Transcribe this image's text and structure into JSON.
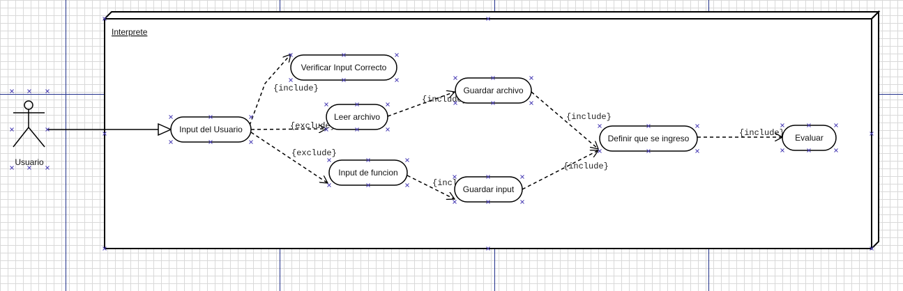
{
  "system": {
    "title": "Interprete"
  },
  "actor": {
    "name": "Usuario"
  },
  "use_cases": {
    "input_usuario": "Input del Usuario",
    "verificar": "Verificar Input Correcto",
    "leer": "Leer archivo",
    "input_funcion": "Input de funcion",
    "guardar_archivo": "Guardar archivo",
    "guardar_input": "Guardar input",
    "definir": "Definir que se ingreso",
    "evaluar": "Evaluar"
  },
  "relations": {
    "r1": "{include}",
    "r2": "{exclude}",
    "r3": "{exclude}",
    "r4": "{include}",
    "r5": "{include}",
    "r6": "{include}",
    "r7": "{include}",
    "r8": "{include}"
  }
}
